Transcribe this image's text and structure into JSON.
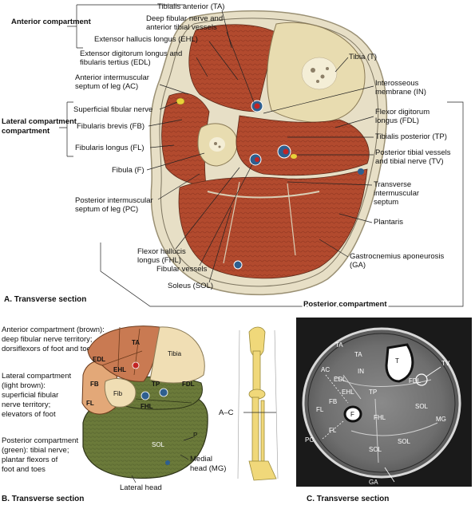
{
  "panelA": {
    "caption": "A. Transverse section",
    "compartments": {
      "anterior": "Anterior compartment",
      "lateral": "Lateral compartment",
      "posterior": "Posterior compartment"
    },
    "labels": {
      "ta": "Tibialis anterior (TA)",
      "dfn1": "Deep fibular nerve and",
      "dfn2": "anterior tibial vessels",
      "ehl": "Extensor hallucis longus (EHL)",
      "edl1": "Extensor digitorum longus and",
      "edl2": "fibularis tertius (EDL)",
      "ac1": "Anterior intermuscular",
      "ac2": "septum of leg (AC)",
      "sfn": "Superficial fibular nerve",
      "fb": "Fibularis brevis (FB)",
      "fl": "Fibularis longus (FL)",
      "fibula": "Fibula (F)",
      "pc1": "Posterior intermuscular",
      "pc2": "septum of leg (PC)",
      "fhl1": "Flexor hallucis",
      "fhl2": "longus (FHL)",
      "fv": "Fibular vessels",
      "sol": "Soleus (SOL)",
      "tibia": "Tibia (T)",
      "im1": "Interosseous",
      "im2": "membrane (IN)",
      "fdl1": "Flexor digitorum",
      "fdl2": "longus (FDL)",
      "tp": "Tibialis posterior (TP)",
      "ptv1": "Posterior tibial vessels",
      "ptv2": "and tibial nerve (TV)",
      "tis1": "Transverse",
      "tis2": "intermuscular",
      "tis3": "septum",
      "plantaris": "Plantaris",
      "ga1": "Gastrocnemius aponeurosis",
      "ga2": "(GA)"
    }
  },
  "panelB": {
    "caption": "B. Transverse section",
    "notes": {
      "ant1": "Anterior compartment (brown):",
      "ant2": "deep fibular nerve territory;",
      "ant3": "dorsiflexors of foot and toes",
      "lat1": "Lateral compartment",
      "lat2": "(light brown):",
      "lat3": "superficial fibular",
      "lat4": "nerve territory;",
      "lat5": "elevators of foot",
      "post1": "Posterior compartment",
      "post2": "(green): tibial nerve;",
      "post3": "plantar flexors of",
      "post4": "foot and toes"
    },
    "inner": {
      "ta": "TA",
      "edl": "EDL",
      "ehl": "EHL",
      "tibia": "Tibia",
      "fb": "FB",
      "fl": "FL",
      "fib": "Fib",
      "tp": "TP",
      "fdl": "FDL",
      "fhl": "FHL",
      "sol": "SOL",
      "p": "P"
    },
    "medial1": "Medial",
    "medial2": "head (MG)",
    "lateral": "Lateral head",
    "level": "A–C"
  },
  "panelC": {
    "caption": "C. Transverse section",
    "labels": {
      "ta1": "TA",
      "ta2": "TA",
      "t": "T",
      "tv": "TV",
      "ac": "AC",
      "edl": "EDL",
      "in": "IN",
      "fdl": "FDL",
      "ehl": "EHL",
      "tp": "TP",
      "fb": "FB",
      "f": "F",
      "sol1": "SOL",
      "mg": "MG",
      "fl1": "FL",
      "fhl": "FHL",
      "fl2": "FL",
      "pc": "PC",
      "sol2": "SOL",
      "sol3": "SOL",
      "ga": "GA"
    }
  },
  "colors": {
    "muscle": "#b0442a",
    "bone": "#e8dcb0",
    "fascia": "#cfc7ad",
    "anterior": "#c97a52",
    "lateral": "#e3a878",
    "posterior": "#6b7a3a",
    "mri_bg": "#1a1a1a"
  }
}
